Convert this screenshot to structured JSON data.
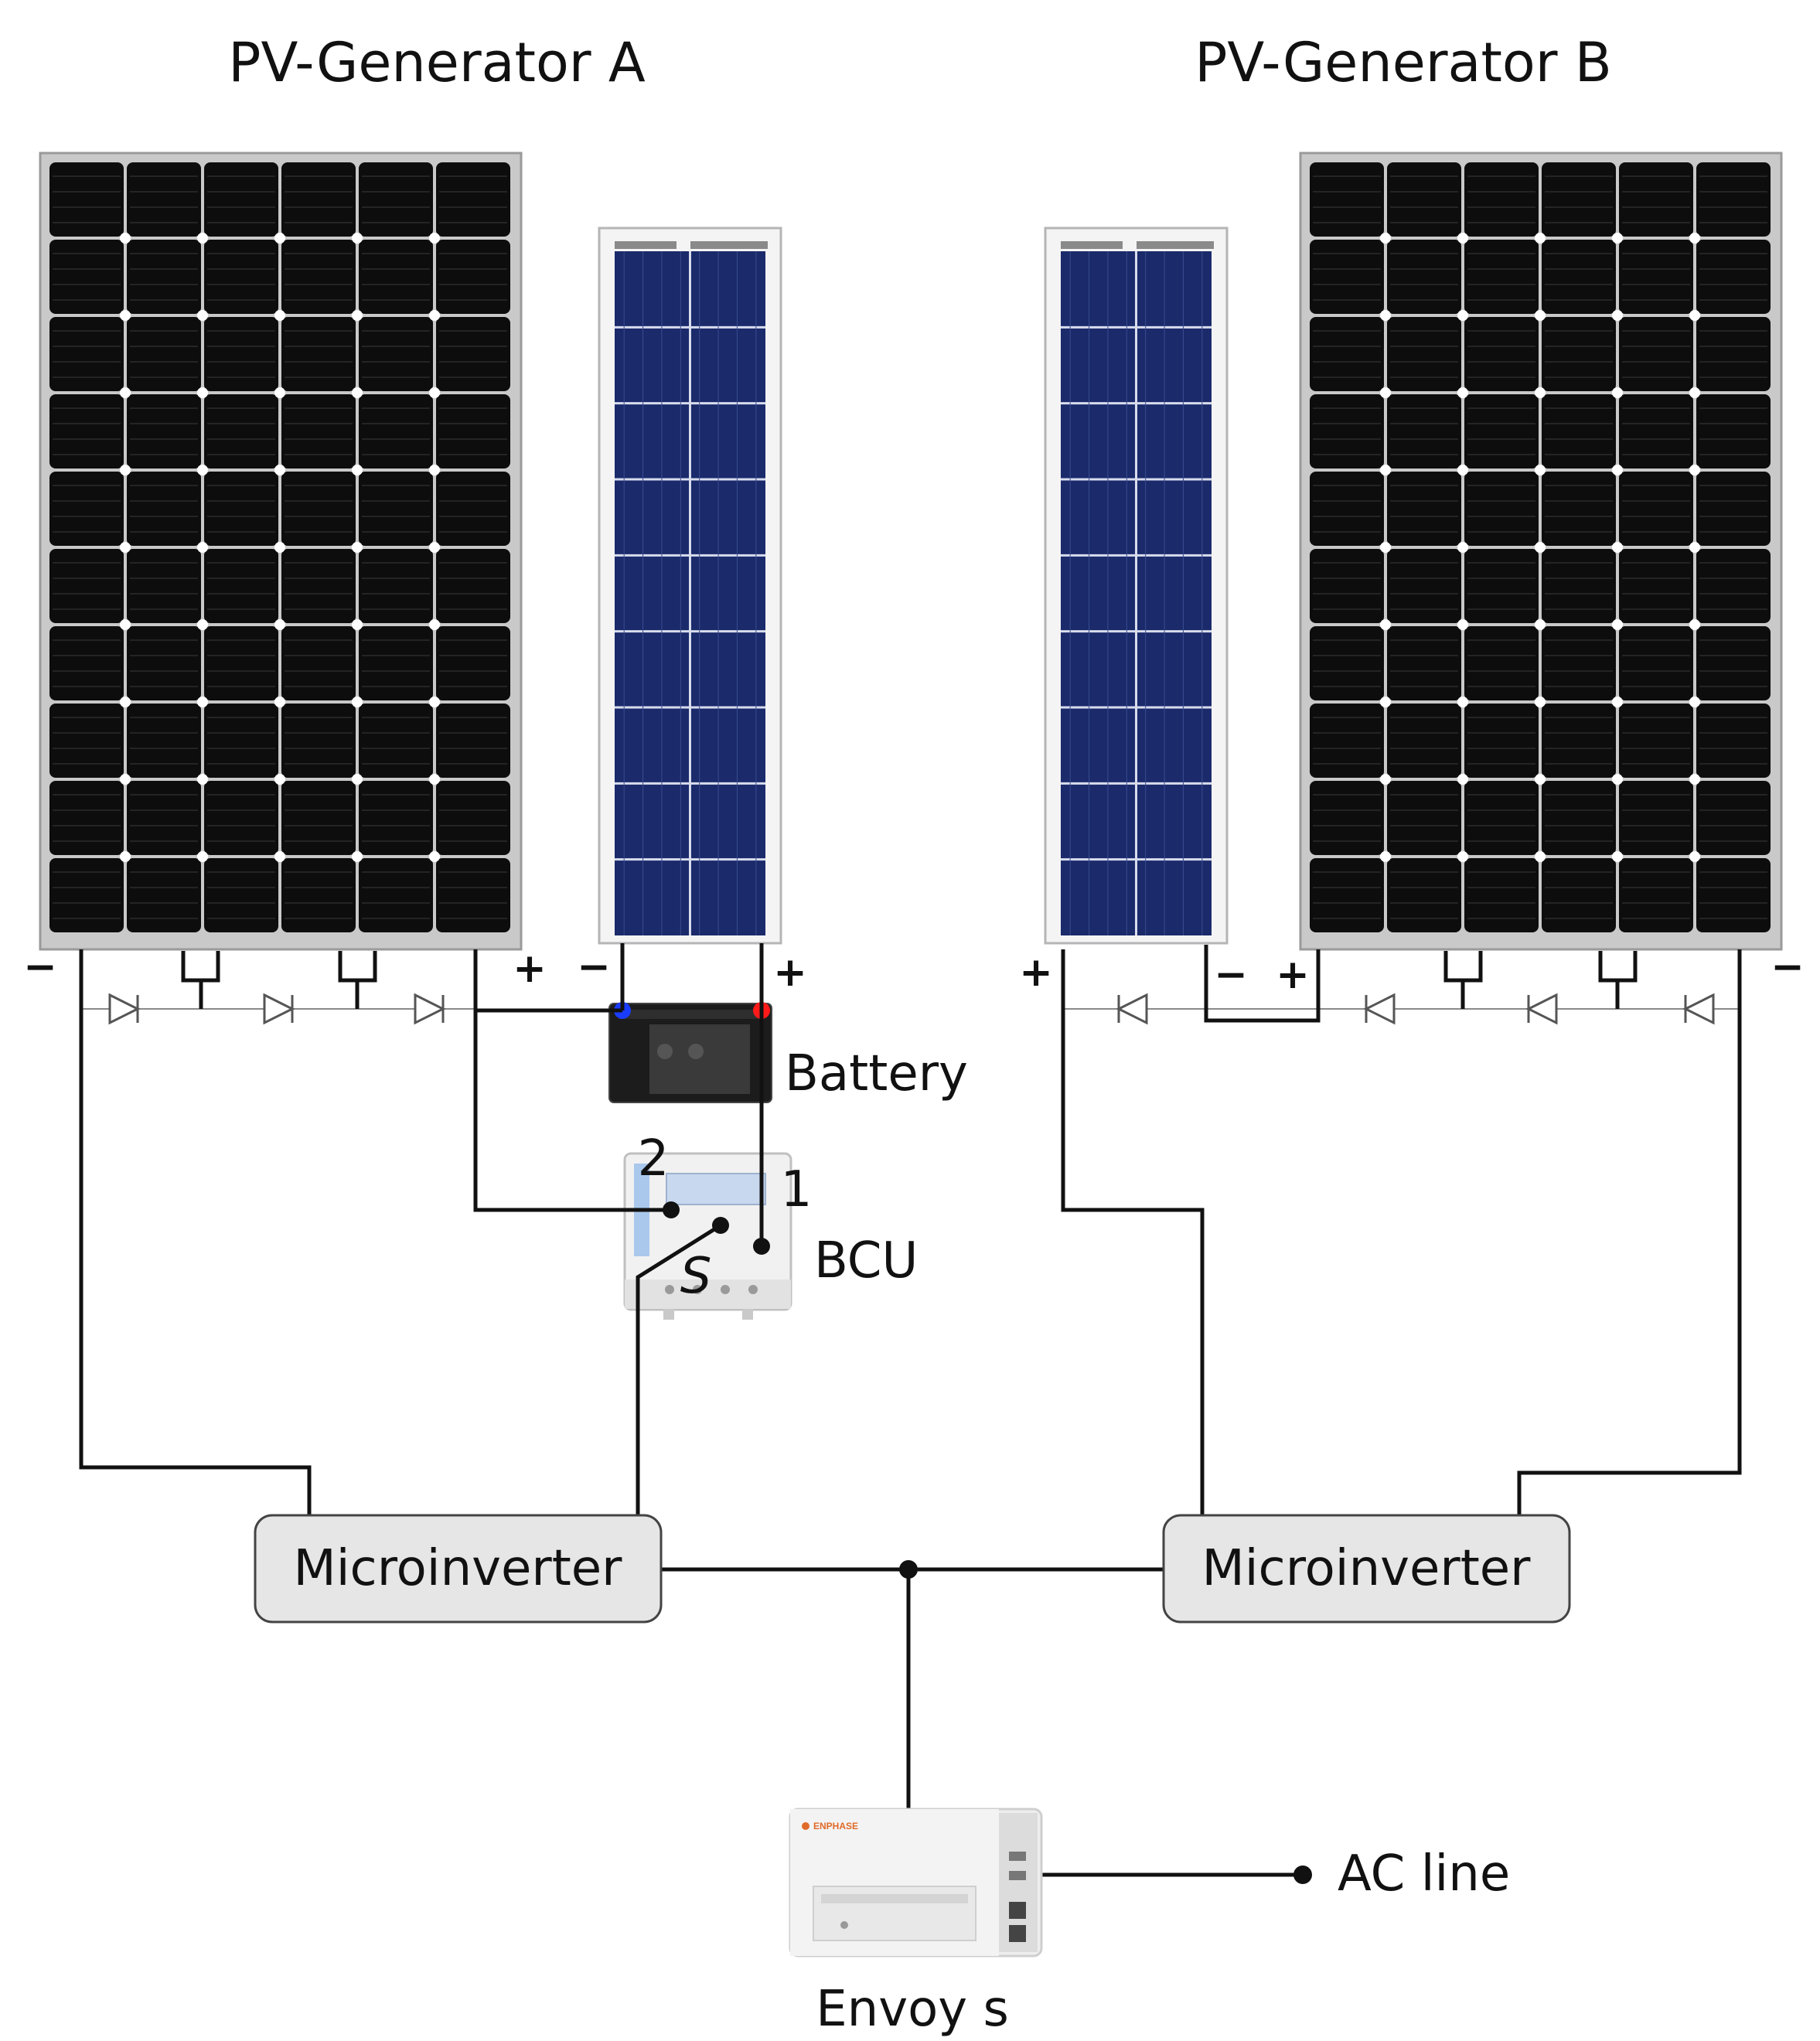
{
  "generators": [
    {
      "title": "PV-Generator A"
    },
    {
      "title": "PV-Generator B"
    }
  ],
  "polarity": {
    "plus": "+",
    "minus": "−"
  },
  "battery": {
    "label": "Battery"
  },
  "bcu": {
    "label": "BCU",
    "terminal_1": "1",
    "terminal_2": "2",
    "switch": "S"
  },
  "microinverters": [
    {
      "label": "Microinverter"
    },
    {
      "label": "Microinverter"
    }
  ],
  "gateway": {
    "label": "Envoy s",
    "brand": "ENPHASE"
  },
  "ac_line": {
    "label": "AC line"
  },
  "colors": {
    "mono_panel": "#0d0d0d",
    "mono_grid": "#3a3a3a",
    "poly_panel": "#1a2a6b",
    "poly_grid": "#d8dcec",
    "battery_body": "#1c1c1c",
    "terminal_negative": "#1a3cff",
    "terminal_positive": "#ff1a1a",
    "box_fill": "#e6e6e6",
    "wire": "#111111"
  }
}
